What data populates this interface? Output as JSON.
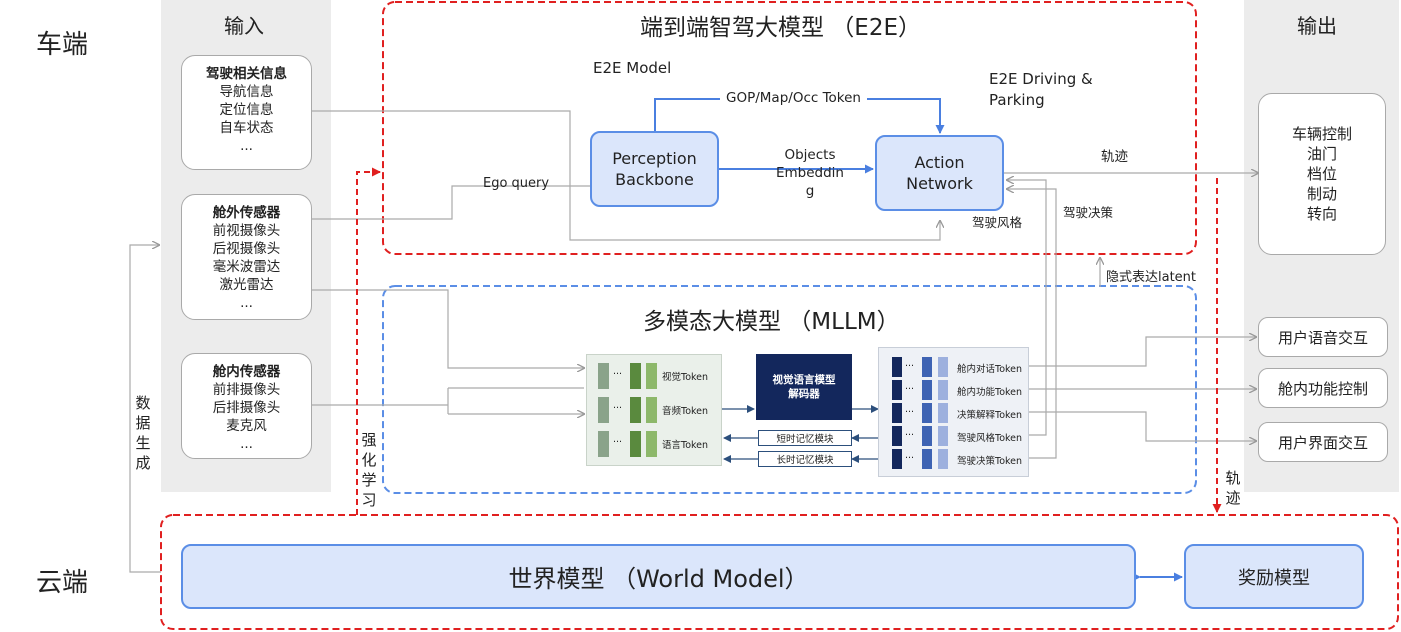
{
  "side": {
    "vehicle": "车端",
    "cloud": "云端"
  },
  "input": {
    "title": "输入",
    "groups": [
      {
        "head": "驾驶相关信息",
        "items": [
          "导航信息",
          "定位信息",
          "自车状态",
          "..."
        ]
      },
      {
        "head": "舱外传感器",
        "items": [
          "前视摄像头",
          "后视摄像头",
          "毫米波雷达",
          "激光雷达",
          "..."
        ]
      },
      {
        "head": "舱内传感器",
        "items": [
          "前排摄像头",
          "后排摄像头",
          "麦克风",
          "..."
        ]
      }
    ]
  },
  "output": {
    "title": "输出",
    "vehicle_control": [
      "车辆控制",
      "油门",
      "档位",
      "制动",
      "转向"
    ],
    "interactions": [
      "用户语音交互",
      "舱内功能控制",
      "用户界面交互"
    ]
  },
  "e2e": {
    "title": "端到端智驾大模型 （E2E）",
    "model_label": "E2E Model",
    "driving_label": "E2E Driving &\nParking",
    "perception": "Perception\nBackbone",
    "action": "Action\nNetwork",
    "token_label": "GOP/Map/Occ Token",
    "objects_label": "Objects\nEmbeddin\ng",
    "ego_query": "Ego query",
    "trajectory": "轨迹",
    "style": "驾驶风格",
    "decision": "驾驶决策"
  },
  "mllm": {
    "title": "多模态大模型 （MLLM）",
    "latent": "隐式表达latent",
    "input_tokens": [
      "视觉Token",
      "音频Token",
      "语言Token"
    ],
    "decoder": "视觉语言模型\n解码器",
    "memory": [
      "短时记忆模块",
      "长时记忆模块"
    ],
    "output_tokens": [
      "舱内对话Token",
      "舱内功能Token",
      "决策解释Token",
      "驾驶风格Token",
      "驾驶决策Token"
    ],
    "ellipsis": "..."
  },
  "cloud": {
    "world_model": "世界模型 （World Model）",
    "reward_model": "奖励模型",
    "data_gen": "数据生成",
    "rl": "强化学习",
    "trajectory": "轨迹"
  },
  "colors": {
    "red_dash": "#e02020",
    "blue_dash": "#5b8ee6",
    "box_blue": "#dbe6fb",
    "grey_panel": "#ececec",
    "decoder": "#13275c"
  }
}
